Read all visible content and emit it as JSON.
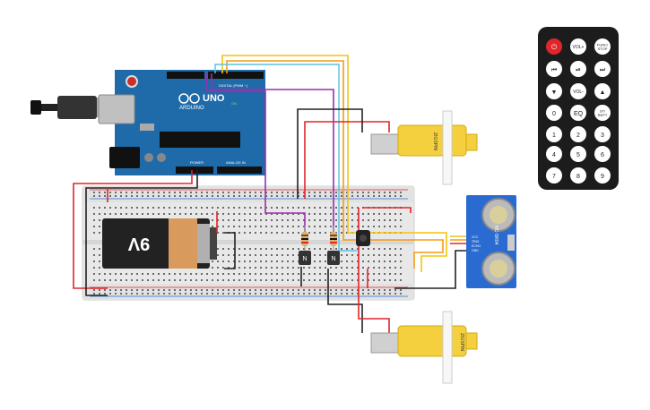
{
  "arduino": {
    "brand_text": "ARDUINO",
    "model_text": "UNO",
    "digital_label": "DIGITAL (PWM ~)",
    "power_label": "POWER",
    "analog_label": "ANALOG IN",
    "on_label": "ON"
  },
  "battery": {
    "label": "9V"
  },
  "motor_top": {
    "label": "ZIGSPIN"
  },
  "motor_bottom": {
    "label": "ZIGSPIN"
  },
  "transistor_1": {
    "label": "N"
  },
  "transistor_2": {
    "label": "N"
  },
  "ultrasonic": {
    "label": "HC-SR04",
    "pins": [
      "VCC",
      "TRIG",
      "ECHO",
      "GND"
    ]
  },
  "remote": {
    "buttons": [
      "",
      "VOL+",
      "FUNC/\nSTOP",
      "⏮",
      "⏯",
      "⏭",
      "▼",
      "VOL-",
      "▲",
      "0",
      "EQ",
      "ST/\nREPT",
      "1",
      "2",
      "3",
      "4",
      "5",
      "6",
      "7",
      "8",
      "9"
    ]
  },
  "wire_colors": {
    "red": "#e0262b",
    "black": "#222222",
    "yellow": "#f2c40f",
    "orange": "#f39c12",
    "purple": "#9b2fae",
    "cyan": "#5bc0de"
  }
}
